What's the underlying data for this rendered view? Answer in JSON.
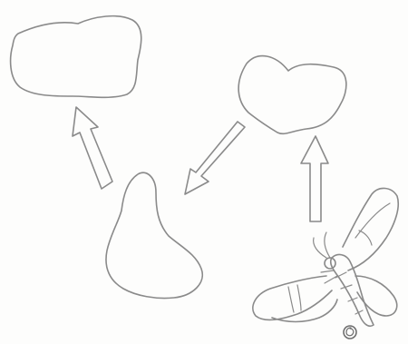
{
  "diagram": {
    "style": "pencil sketch",
    "colors": {
      "stroke": "#8a8a8a",
      "stroke_dark": "#6e6e6e",
      "background": "#fdfdfc"
    },
    "nodes": [
      {
        "id": "blob-top-left",
        "shape": "cloud-blob"
      },
      {
        "id": "blob-top-right",
        "shape": "heart-blob"
      },
      {
        "id": "blob-middle",
        "shape": "boot-blob"
      },
      {
        "id": "moth",
        "shape": "moth-drawing"
      },
      {
        "id": "egg",
        "shape": "small-spiral"
      }
    ],
    "edges": [
      {
        "from": "blob-middle",
        "to": "blob-top-left",
        "icon": "double-line-arrow"
      },
      {
        "from": "blob-top-right",
        "to": "blob-middle",
        "icon": "double-line-arrow"
      },
      {
        "from": "moth",
        "to": "blob-top-right",
        "icon": "double-line-arrow"
      }
    ]
  }
}
